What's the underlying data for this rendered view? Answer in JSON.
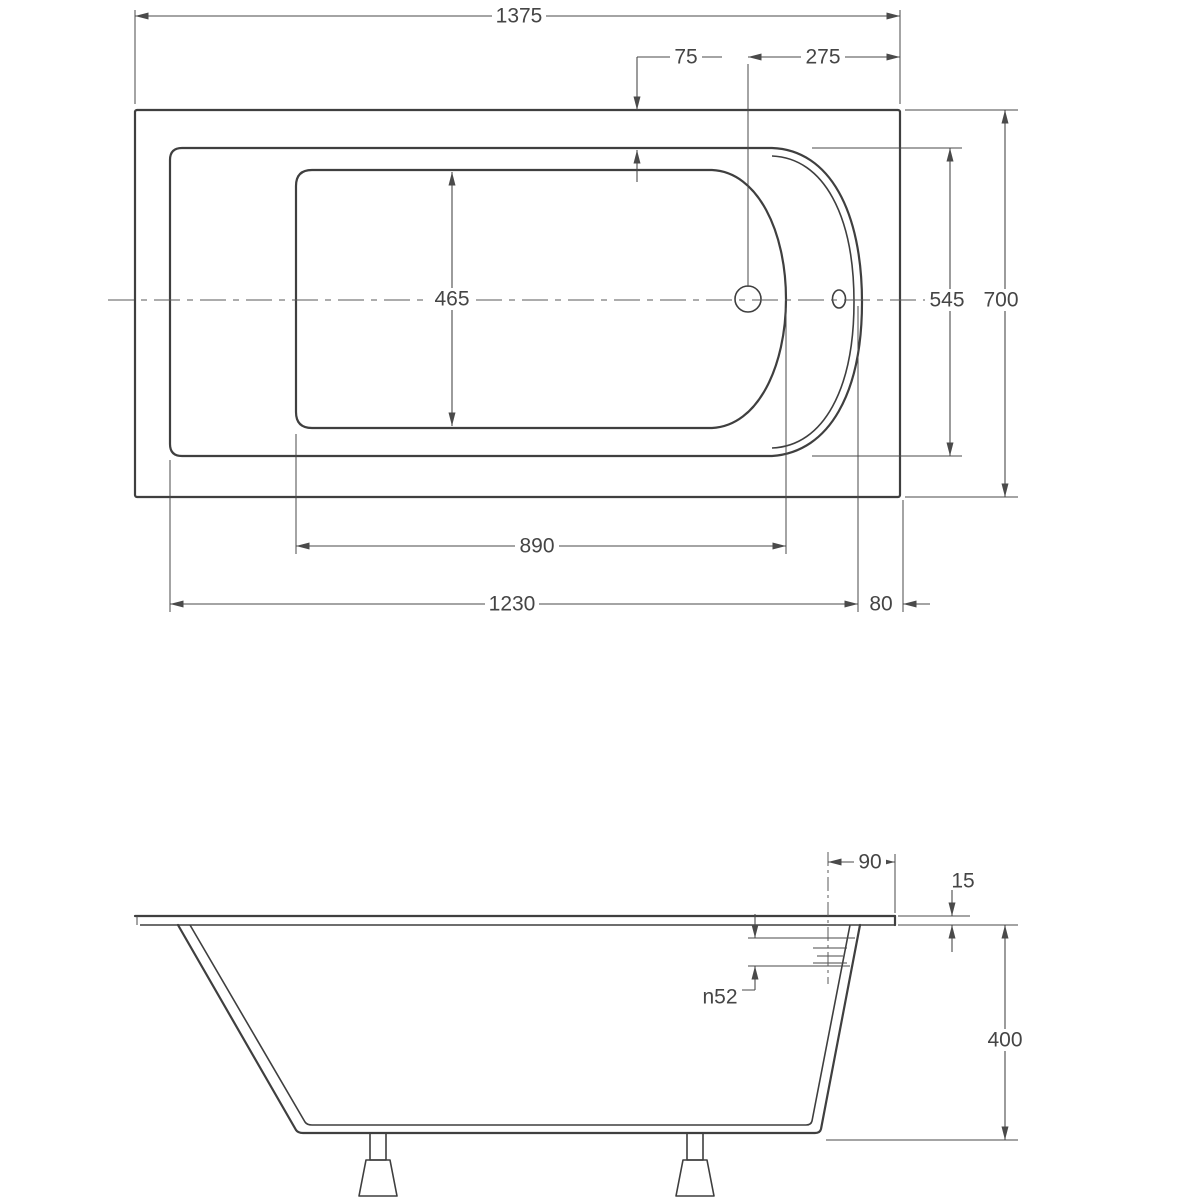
{
  "drawing": {
    "type": "bathtub-technical-drawing",
    "colors": {
      "background": "#ffffff",
      "outline": "#3f3f3f",
      "dimension_lines": "#4a4a4a",
      "text": "#454545"
    },
    "top_view": {
      "dims": {
        "overall_length": "1375",
        "rim_width_top": "75",
        "drain_to_end": "275",
        "basin_inner_width": "465",
        "rim_inner_width": "545",
        "overall_width": "700",
        "basin_length": "890",
        "rim_inner_length": "1230",
        "end_rim_width": "80"
      }
    },
    "side_view": {
      "dims": {
        "overflow_to_end": "90",
        "rim_edge_height": "15",
        "overflow_diameter": "n52",
        "depth": "400"
      }
    }
  }
}
